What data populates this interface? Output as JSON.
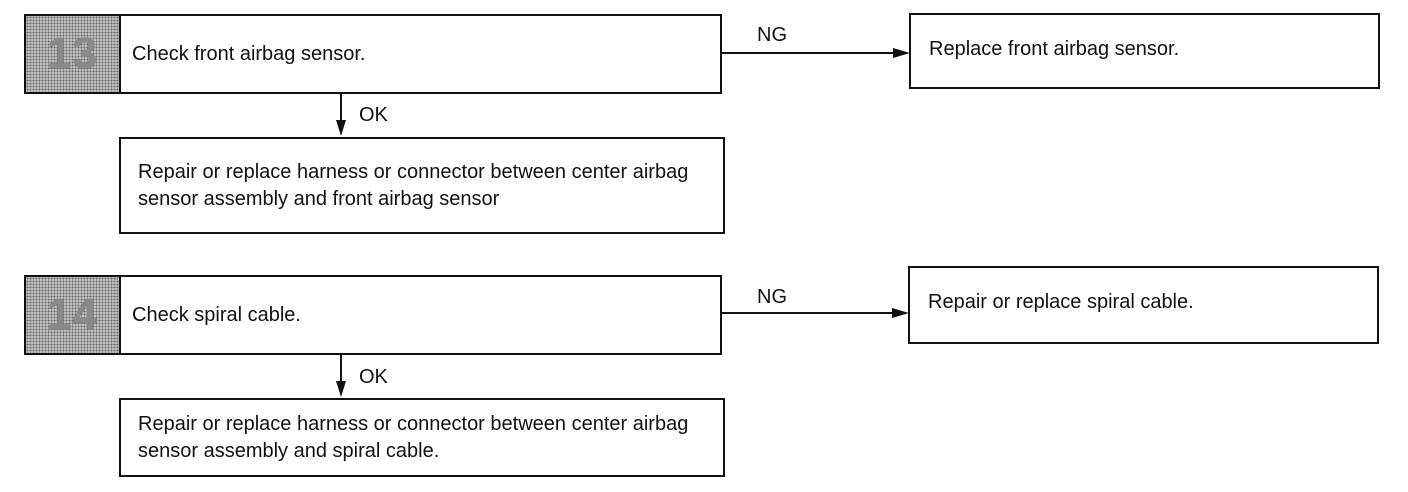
{
  "steps": [
    {
      "number": "13",
      "check": "Check front airbag sensor.",
      "ng_label": "NG",
      "ng_action": "Replace front airbag sensor.",
      "ok_label": "OK",
      "ok_action": "Repair or replace harness or connector between center airbag sensor assembly and front airbag sensor"
    },
    {
      "number": "14",
      "check": "Check spiral cable.",
      "ng_label": "NG",
      "ng_action": "Repair or replace spiral cable.",
      "ok_label": "OK",
      "ok_action": "Repair or replace harness or connector between center airbag sensor assembly and spiral cable."
    }
  ]
}
